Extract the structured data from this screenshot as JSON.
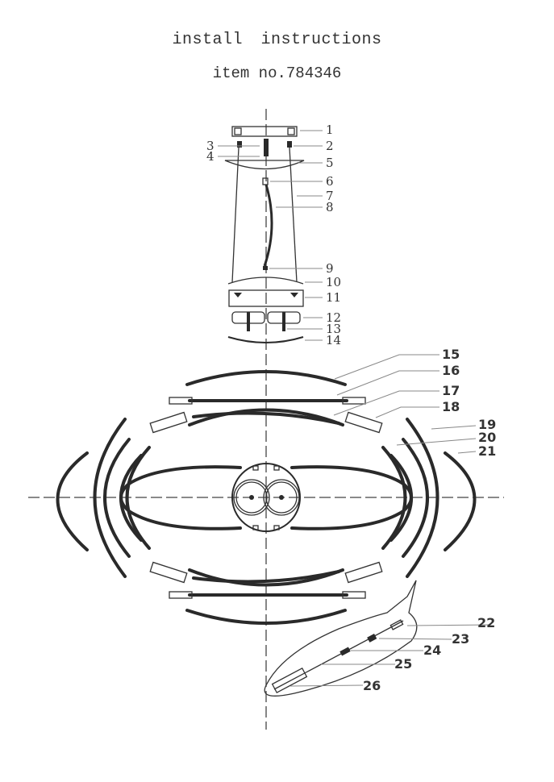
{
  "document": {
    "title": "install  instructions",
    "item_line": "item no.784346"
  },
  "parts": {
    "labels": [
      "1",
      "2",
      "3",
      "4",
      "5",
      "6",
      "7",
      "8",
      "9",
      "10",
      "11",
      "12",
      "13",
      "14",
      "15",
      "16",
      "17",
      "18",
      "19",
      "20",
      "21",
      "22",
      "23",
      "24",
      "25",
      "26"
    ]
  },
  "colors": {
    "ink": "#2a2a2a",
    "paper": "#ffffff",
    "leader": "#888888"
  }
}
